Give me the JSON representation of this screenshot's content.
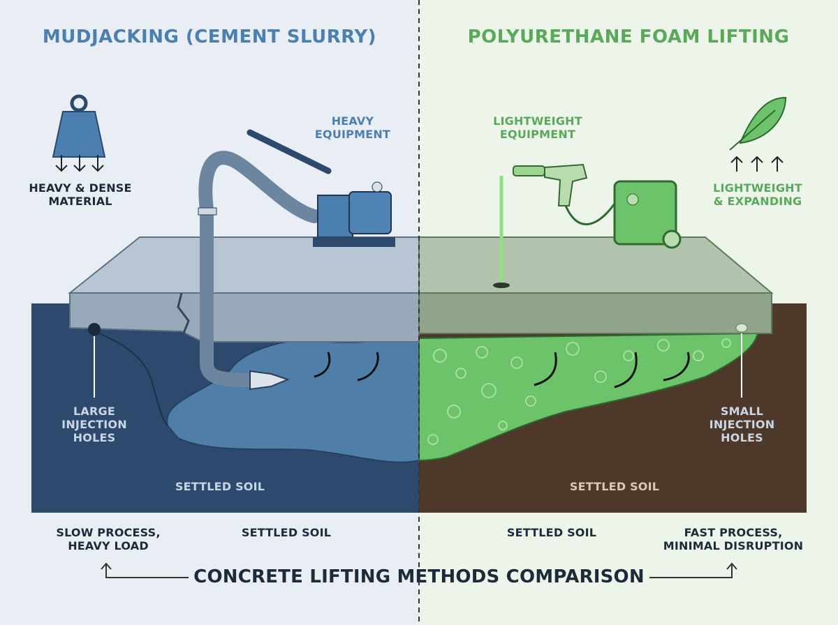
{
  "left": {
    "title": "MUDJACKING (CEMENT SLURRY)",
    "material": "HEAVY & DENSE\nMATERIAL",
    "equipment": "HEAVY\nEQUIPMENT",
    "holes": "LARGE\nINJECTION\nHOLES",
    "soil": "SETTLED SOIL",
    "note": "SLOW PROCESS,\nHEAVY LOAD",
    "bottom_soil": "SETTLED SOIL",
    "colors": {
      "accent": "#4a7fb0",
      "ground": "#2d4a6e",
      "slurry": "#4f7fa8"
    }
  },
  "right": {
    "title": "POLYURETHANE FOAM LIFTING",
    "material": "LIGHTWEIGHT\n& EXPANDING",
    "equipment": "LIGHTWEIGHT\nEQUIPMENT",
    "holes": "SMALL\nINJECTION\nHOLES",
    "soil": "SETTLED SOIL",
    "note": "FAST PROCESS,\nMINIMAL DISRUPTION",
    "bottom_soil": "SETTLED SOIL",
    "colors": {
      "accent": "#5aa85a",
      "ground": "#4d3829",
      "foam": "#6cc36a"
    }
  },
  "footer": {
    "title": "CONCRETE LIFTING METHODS COMPARISON"
  }
}
